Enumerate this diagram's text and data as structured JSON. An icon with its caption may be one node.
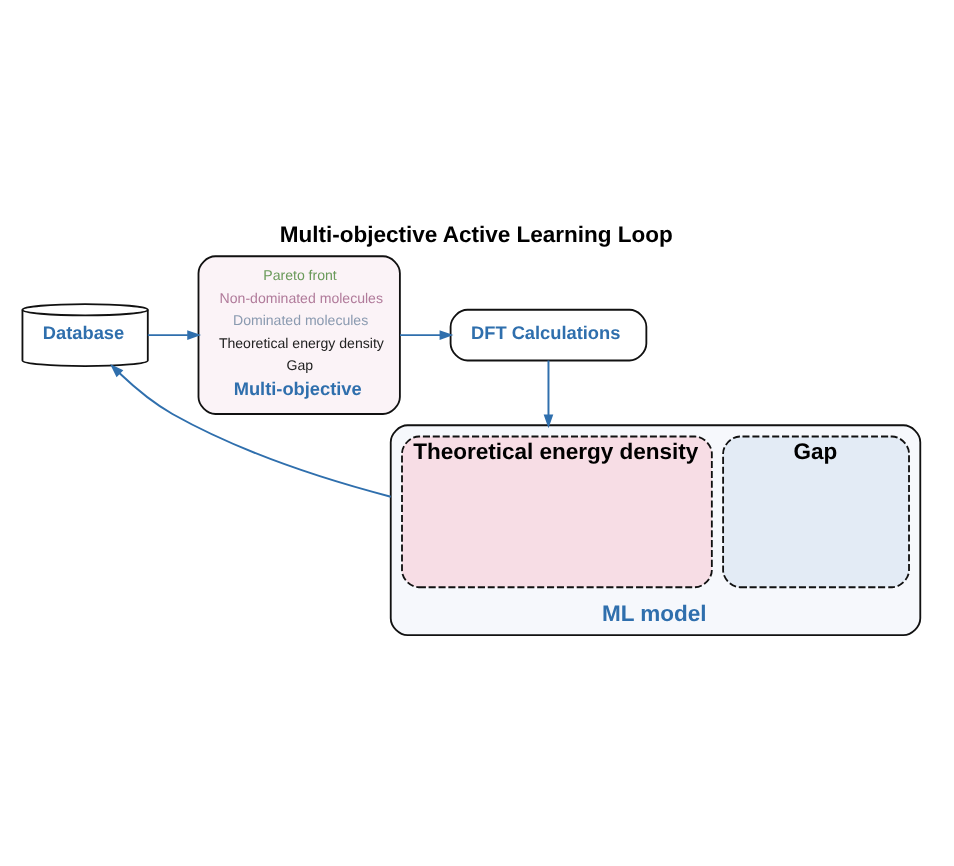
{
  "diagram": {
    "title": "Multi-objective Active Learning Loop",
    "nodes": [
      {
        "text": [
          "Database"
        ]
      },
      {
        "text": [
          "Pareto front",
          "Non-dominated molecules",
          "Dominated molecules",
          "Theoretical energy density",
          "Gap",
          "Multi-objective"
        ]
      },
      {
        "text": [
          "DFT Calculations"
        ]
      },
      {
        "text": [
          "ML model"
        ]
      },
      {
        "text": [
          "Gap"
        ],
        "in": 3
      },
      {
        "text": [
          "Theoretical energy density"
        ],
        "in": 3
      }
    ],
    "edges": [
      {
        "from": 0,
        "to": 1,
        "arrow": "to"
      },
      {
        "from": 1,
        "to": 2,
        "arrow": "to"
      },
      {
        "from": 2,
        "to": 3,
        "arrow": "to"
      },
      {
        "from": 3,
        "to": 0,
        "arrow": "to"
      }
    ]
  }
}
